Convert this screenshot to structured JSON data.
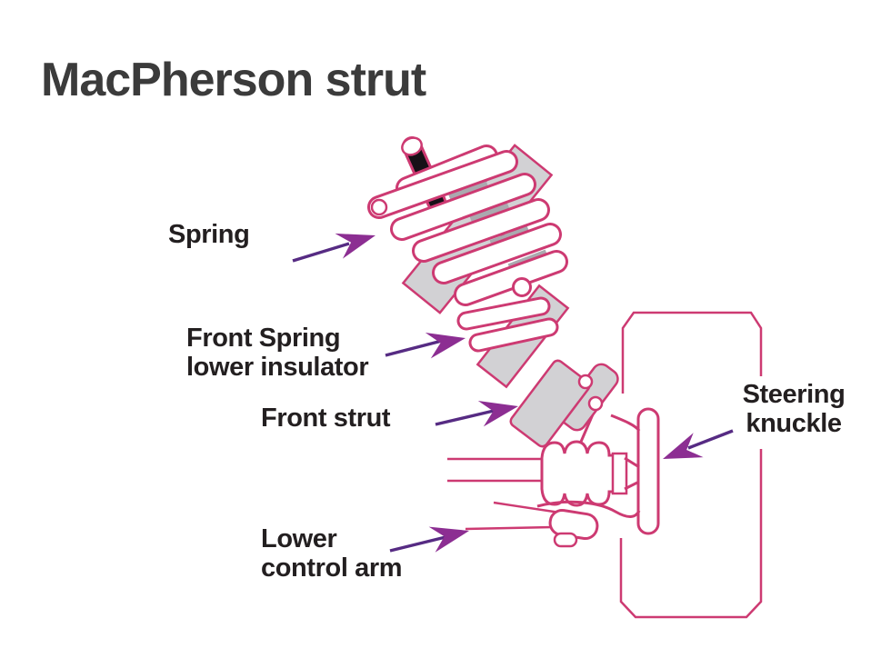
{
  "title": "MacPherson strut",
  "labels": {
    "spring": {
      "text": "Spring"
    },
    "front_spring_lower_insulator": {
      "line1": "Front Spring",
      "line2": "lower insulator"
    },
    "front_strut": {
      "text": "Front strut"
    },
    "steering_knuckle": {
      "line1": "Steering",
      "line2": "knuckle"
    },
    "lower_control_arm": {
      "line1": "Lower",
      "line2": "control arm"
    }
  },
  "colors": {
    "background": "#ffffff",
    "title_text": "#3b3b3b",
    "label_text": "#231f20",
    "outline_pink": "#cd3a72",
    "fill_gray": "#d2d1d4",
    "shade_gray": "#aaa9af",
    "arrow_head_purple": "#8c2e92",
    "arrow_stem_purple": "#562b83",
    "rod_black": "#171017"
  },
  "illustration": {
    "parts": [
      "coil-spring",
      "strut-piston-rod",
      "spring-lower-insulator-discs",
      "front-strut-housing",
      "strut-bracket",
      "axle-shaft",
      "cv-boot",
      "steering-knuckle",
      "brake-rotor",
      "lower-control-arm",
      "tire-outline"
    ]
  }
}
